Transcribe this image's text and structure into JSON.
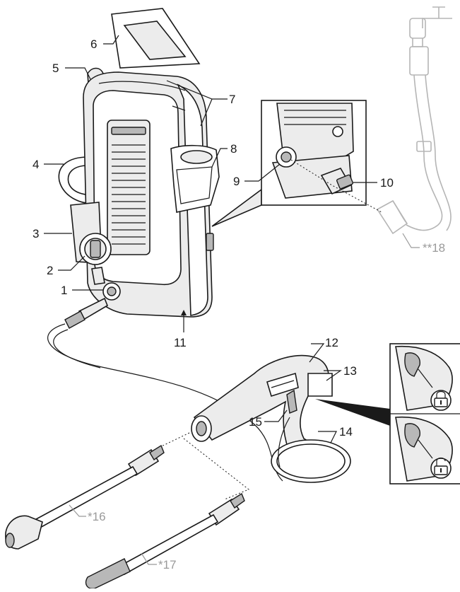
{
  "labels": {
    "l1": "1",
    "l2": "2",
    "l3": "3",
    "l4": "4",
    "l5": "5",
    "l6": "6",
    "l7": "7",
    "l8": "8",
    "l9": "9",
    "l10": "10",
    "l11": "11",
    "l12": "12",
    "l13": "13",
    "l14": "14",
    "l15": "15",
    "l16": "*16",
    "l17": "*17",
    "l18": "**18"
  },
  "colors": {
    "line": "#1a1a1a",
    "optional": "#9a9a9a",
    "fill": "#ececec"
  },
  "icons": [
    "lock-closed-icon",
    "lock-open-icon"
  ]
}
